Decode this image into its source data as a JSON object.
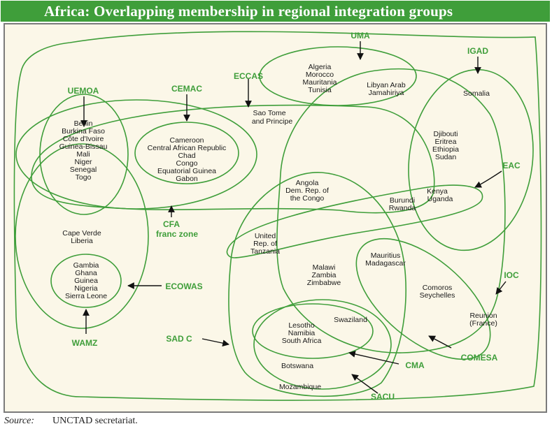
{
  "title": "Africa: Overlapping membership in regional integration groups",
  "source": {
    "label": "Source:",
    "text": "UNCTAD secretariat."
  },
  "colors": {
    "accent": "#3f9e3a",
    "background": "#fbf7e8",
    "line": "#3f9e3a",
    "arrow": "#111111"
  },
  "groups": {
    "uma": "UMA",
    "igad": "IGAD",
    "eccas": "ECCAS",
    "uemoa": "UEMOA",
    "cemac": "CEMAC",
    "eac": "EAC",
    "cfa_line1": "CFA",
    "cfa_line2": "franc zone",
    "ecowas": "ECOWAS",
    "ioc": "IOC",
    "wamz": "WAMZ",
    "sadc": "SAD C",
    "comesa": "COMESA",
    "cma": "CMA",
    "sacu": "SACU"
  },
  "countries": {
    "uma_members": [
      "Algeria",
      "Morocco",
      "Mauritania",
      "Tunisia"
    ],
    "libya": [
      "Libyan Arab",
      "Jamahiriya"
    ],
    "somalia": "Somalia",
    "igad_comesa": [
      "Djibouti",
      "Eritrea",
      "Ethiopia",
      "Sudan"
    ],
    "sao_tome": [
      "Sao Tome",
      "and Principe"
    ],
    "uemoa_members": [
      "Benin",
      "Burkina Faso",
      "Côte d'Ivoire",
      "Guinea-Bissau",
      "Mali",
      "Niger",
      "Senegal",
      "Togo"
    ],
    "cemac_members": [
      "Cameroon",
      "Central African Republic",
      "Chad",
      "Congo",
      "Equatorial Guinea",
      "Gabon"
    ],
    "angola_drc": [
      "Angola",
      "Dem. Rep. of",
      "the Congo"
    ],
    "burundi_rwanda": [
      "Burundi",
      "Rwanda"
    ],
    "kenya_uganda": [
      "Kenya",
      "Uganda"
    ],
    "cape_verde_liberia": [
      "Cape Verde",
      "Liberia"
    ],
    "tanzania": [
      "United",
      "Rep. of",
      "Tanzania"
    ],
    "wamz_members": [
      "Gambia",
      "Ghana",
      "Guinea",
      "Nigeria",
      "Sierra Leone"
    ],
    "malawi_zambia_zimbabwe": [
      "Malawi",
      "Zambia",
      "Zimbabwe"
    ],
    "mauritius_madagascar": [
      "Mauritius",
      "Madagascar"
    ],
    "comoros_seychelles": [
      "Comoros",
      "Seychelles"
    ],
    "reunion": [
      "Reunion",
      "(France)"
    ],
    "swaziland": "Swaziland",
    "cma_members": [
      "Lesotho",
      "Namibia",
      "South Africa"
    ],
    "botswana": "Botswana",
    "mozambique": "Mozambique"
  }
}
